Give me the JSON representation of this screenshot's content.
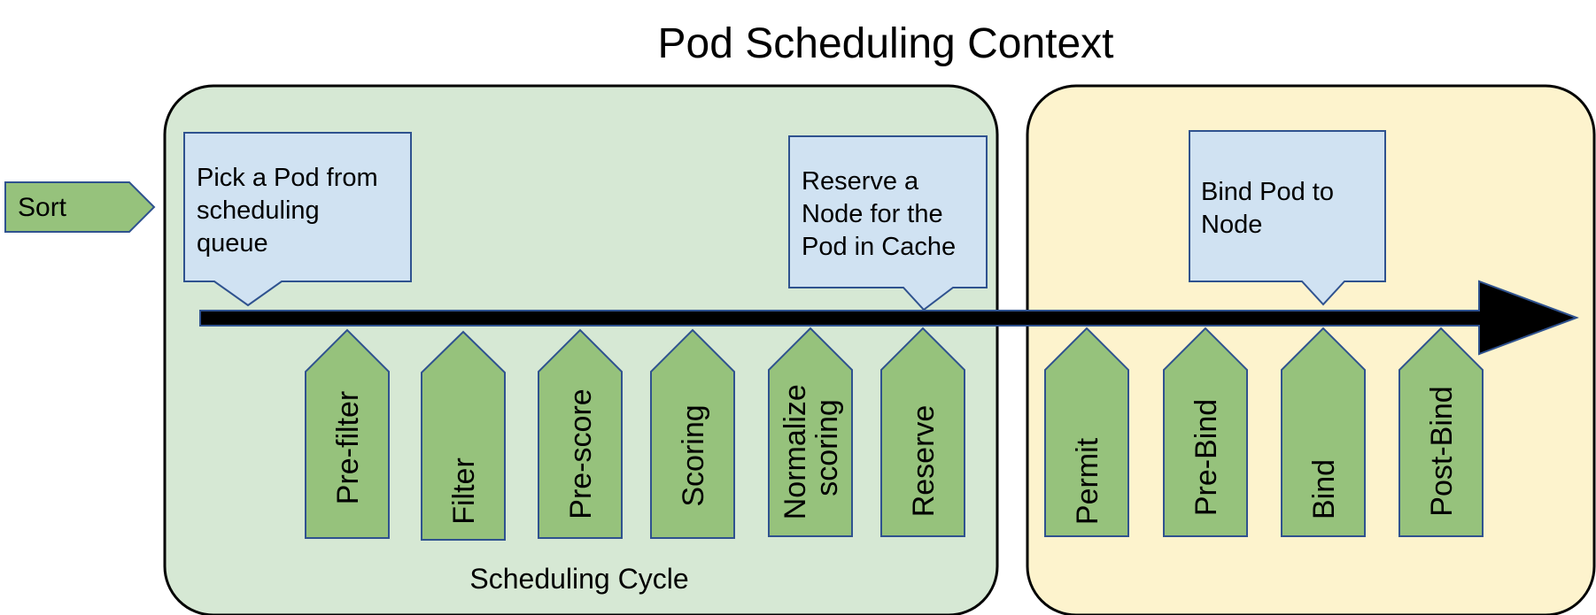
{
  "title": "Pod Scheduling Context",
  "sort_label": "Sort",
  "scheduling_cycle": {
    "label": "Scheduling Cycle",
    "callout_pick": [
      "Pick a Pod from",
      "scheduling",
      "queue"
    ],
    "callout_reserve": [
      "Reserve a",
      "Node for the",
      "Pod in Cache"
    ],
    "stages": [
      [
        "Pre-filter"
      ],
      [
        "Filter"
      ],
      [
        "Pre-score"
      ],
      [
        "Scoring"
      ],
      [
        "Normalize",
        "scoring"
      ],
      [
        "Reserve"
      ]
    ]
  },
  "binding_cycle": {
    "callout_bind": [
      "Bind Pod to",
      "Node"
    ],
    "stages": [
      [
        "Permit"
      ],
      [
        "Pre-Bind"
      ],
      [
        "Bind"
      ],
      [
        "Post-Bind"
      ]
    ]
  },
  "colors": {
    "scheduling_panel": "#d6e8d4",
    "binding_panel": "#fdf3cd",
    "stage_fill": "#96c27c",
    "callout_fill": "#d0e2f2",
    "shape_stroke": "#2f528f",
    "arrow": "#000000"
  }
}
